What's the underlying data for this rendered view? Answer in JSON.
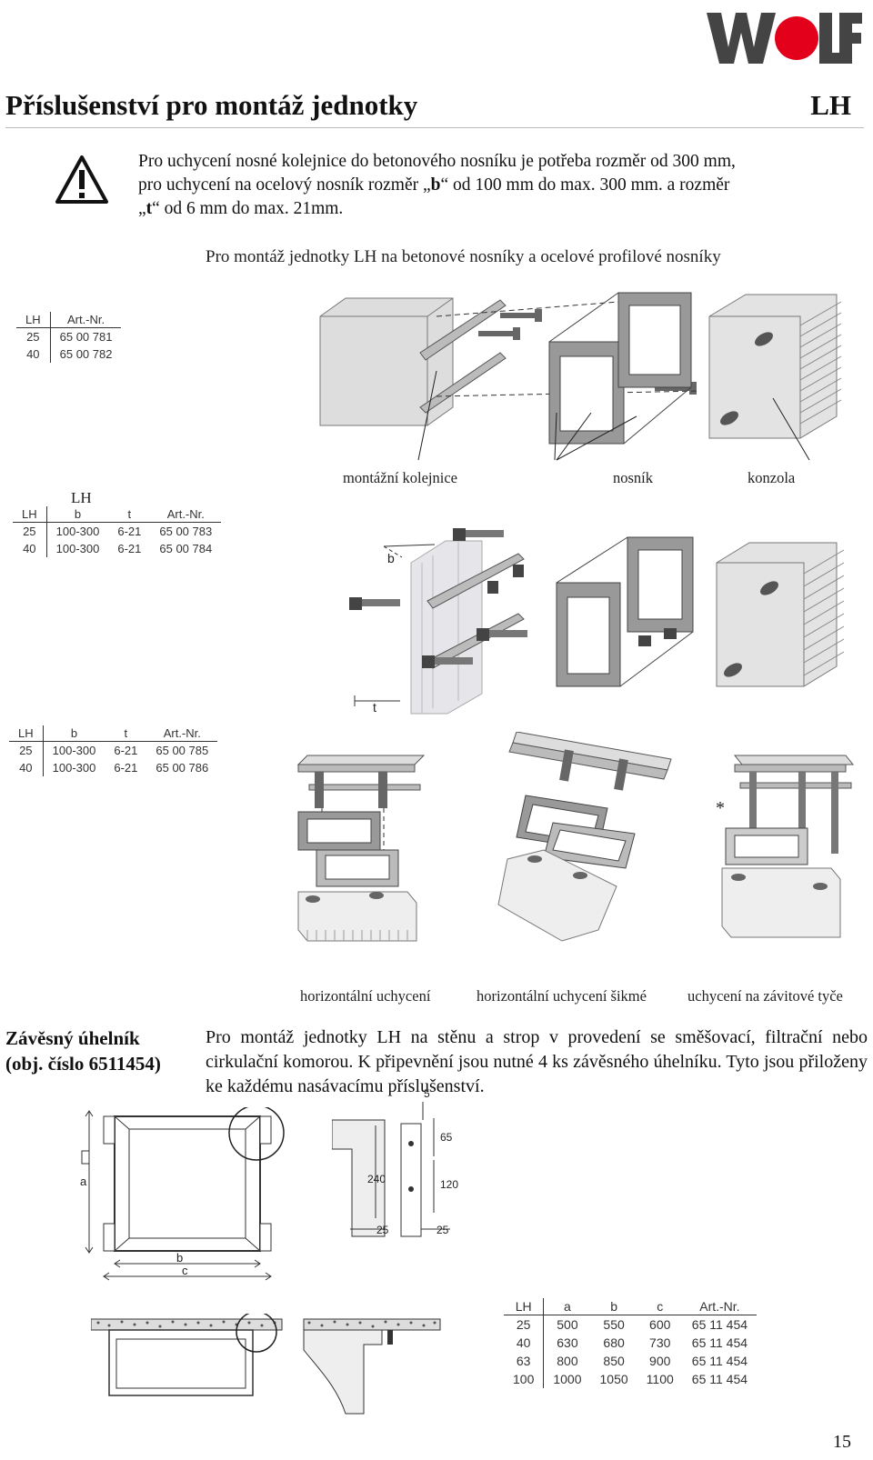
{
  "brand": {
    "logo_text": "WOLF",
    "logo_color": "#e3001b"
  },
  "header": {
    "title": "Příslušenství pro montáž jednotky",
    "model": "LH"
  },
  "warning": {
    "icon": "warning-triangle-icon",
    "line1": "Pro uchycení nosné kolejnice do betonového nosníku je potřeba rozměr od 300 mm,",
    "line2_a": "pro uchycení na ocelový nosník rozměr „",
    "line2_b": "b",
    "line2_c": "“ od 100 mm do max. 300 mm. a rozměr",
    "line3_a": "„",
    "line3_b": "t",
    "line3_c": "“  od 6 mm do max. 21mm."
  },
  "section1": {
    "caption": "Pro montáž jednotky LH na betonové nosníky a ocelové profilové nosníky"
  },
  "table1": {
    "headers": [
      "LH",
      "Art.-Nr."
    ],
    "rows": [
      [
        "25",
        "65 00 781"
      ],
      [
        "40",
        "65 00 782"
      ]
    ]
  },
  "labels1": {
    "rail": "montážní kolejnice",
    "beam": "nosník",
    "console": "konzola"
  },
  "table2": {
    "title": "LH",
    "headers": [
      "LH",
      "b",
      "t",
      "Art.-Nr."
    ],
    "rows": [
      [
        "25",
        "100-300",
        "6-21",
        "65 00 783"
      ],
      [
        "40",
        "100-300",
        "6-21",
        "65 00 784"
      ]
    ]
  },
  "table3": {
    "headers": [
      "LH",
      "b",
      "t",
      "Art.-Nr."
    ],
    "rows": [
      [
        "25",
        "100-300",
        "6-21",
        "65 00 785"
      ],
      [
        "40",
        "100-300",
        "6-21",
        "65 00 786"
      ]
    ]
  },
  "dim_letters": {
    "b": "b",
    "t": "t",
    "a": "a",
    "c": "c",
    "star": "*"
  },
  "labels2": {
    "horizontal": "horizontální uchycení",
    "horizontal_slanted": "horizontální uchycení šikmé",
    "threaded_rod": "uchycení na závitové tyče"
  },
  "section2": {
    "title_line1": "Závěsný úhelník",
    "title_line2": "(obj. číslo 6511454)",
    "paragraph": "Pro montáž jednotky LH na stěnu a strop v provedení se směšovací, filtrační nebo cirkulační komorou. K připevnění jsou nutné 4 ks závěsného úhelníku. Tyto jsou přiloženy ke každému nasávacímu příslušenství."
  },
  "bracket_dims": {
    "d5": "5",
    "d65": "65",
    "d240": "240",
    "d120": "120",
    "d25a": "25",
    "d25b": "25"
  },
  "table4": {
    "headers": [
      "LH",
      "a",
      "b",
      "c",
      "Art.-Nr."
    ],
    "rows": [
      [
        "25",
        "500",
        "550",
        "600",
        "65 11 454"
      ],
      [
        "40",
        "630",
        "680",
        "730",
        "65 11 454"
      ],
      [
        "63",
        "800",
        "850",
        "900",
        "65 11 454"
      ],
      [
        "100",
        "1000",
        "1050",
        "1100",
        "65 11 454"
      ]
    ]
  },
  "page_number": "15"
}
